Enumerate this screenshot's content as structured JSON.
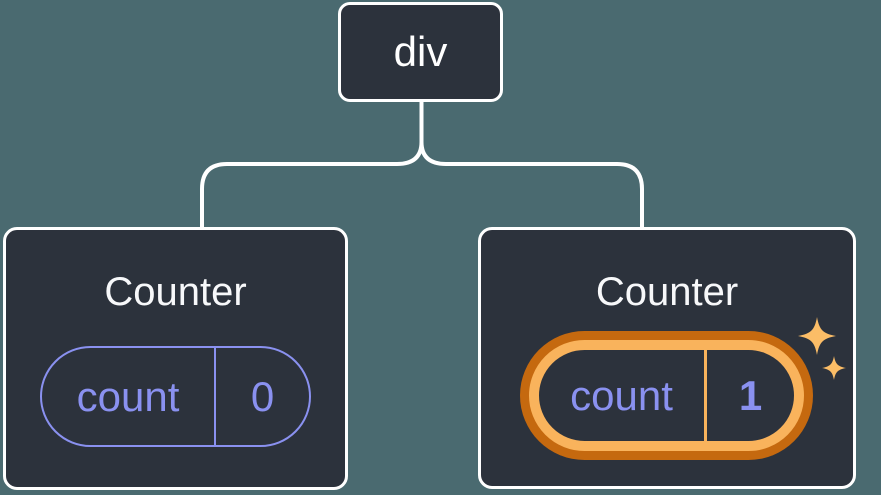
{
  "diagram": {
    "description": "component tree with state",
    "root": {
      "label": "div"
    },
    "children": [
      {
        "title": "Counter",
        "pill": {
          "label": "count",
          "value": "0"
        },
        "highlighted": false
      },
      {
        "title": "Counter",
        "pill": {
          "label": "count",
          "value": "1"
        },
        "highlighted": true
      }
    ]
  },
  "colors": {
    "background": "#4A6A70",
    "node_fill": "#2C323C",
    "node_border": "#FFFFFF",
    "state_accent": "#8A91F0",
    "highlight_outer": "#C5690F",
    "highlight_inner": "#F9B35C",
    "sparkle": "#FBBD67",
    "connector": "#FFFFFF",
    "title_text": "#F7F8FA"
  },
  "icons": {
    "sparkles": "sparkle-icon"
  }
}
